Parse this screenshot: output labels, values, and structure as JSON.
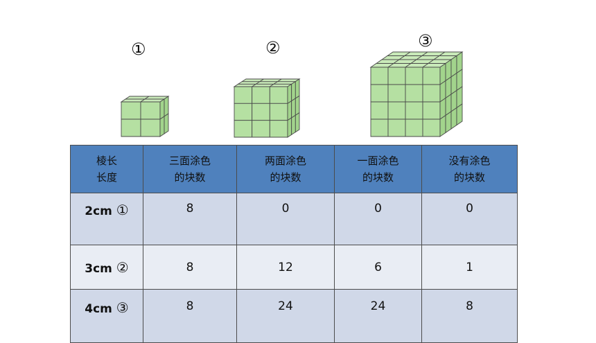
{
  "cubes": [
    {
      "label": "①",
      "n": 2
    },
    {
      "label": "②",
      "n": 3
    },
    {
      "label": "③",
      "n": 4
    }
  ],
  "table": {
    "headers": [
      [
        "棱长",
        "长度"
      ],
      [
        "三面涂色",
        "的块数"
      ],
      [
        "两面涂色",
        "的块数"
      ],
      [
        "一面涂色",
        "的块数"
      ],
      [
        "没有涂色",
        "的块数"
      ]
    ],
    "rows": [
      {
        "length": "2cm",
        "mark": "①",
        "values": [
          "8",
          "0",
          "0",
          "0"
        ]
      },
      {
        "length": "3cm",
        "mark": "②",
        "values": [
          "8",
          "12",
          "6",
          "1"
        ]
      },
      {
        "length": "4cm",
        "mark": "③",
        "values": [
          "8",
          "24",
          "24",
          "8"
        ]
      }
    ]
  },
  "colors": {
    "cube_front": "#b5e0a2",
    "cube_top": "#c9eab9",
    "cube_side": "#a2d48c",
    "cube_edge": "#4a4a4a",
    "header_bg": "#4f81bd",
    "row_dark": "#d0d8e8",
    "row_light": "#e9edf4"
  }
}
